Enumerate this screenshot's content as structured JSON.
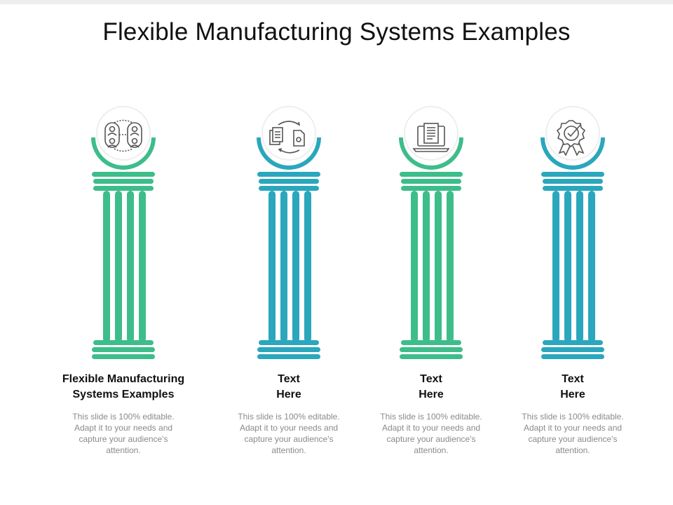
{
  "title": "Flexible Manufacturing Systems Examples",
  "colors": {
    "green": "#3dbd8a",
    "teal": "#2aa7bd",
    "icon": "#555555"
  },
  "items": [
    {
      "heading": "Flexible Manufacturing\nSystems Examples",
      "body": "This slide is 100% editable. Adapt it to your needs and capture your audience's attention.",
      "color": "#3dbd8a",
      "icon": "people-network-icon"
    },
    {
      "heading": "Text\nHere",
      "body": "This slide is 100% editable. Adapt it to your needs and capture your audience's attention.",
      "color": "#2aa7bd",
      "icon": "document-exchange-icon"
    },
    {
      "heading": "Text\nHere",
      "body": "This slide is 100% editable. Adapt it to your needs and capture your audience's attention.",
      "color": "#3dbd8a",
      "icon": "laptop-document-icon"
    },
    {
      "heading": "Text\nHere",
      "body": "This slide is 100% editable. Adapt it to your needs and capture your audience's attention.",
      "color": "#2aa7bd",
      "icon": "award-badge-icon"
    }
  ]
}
